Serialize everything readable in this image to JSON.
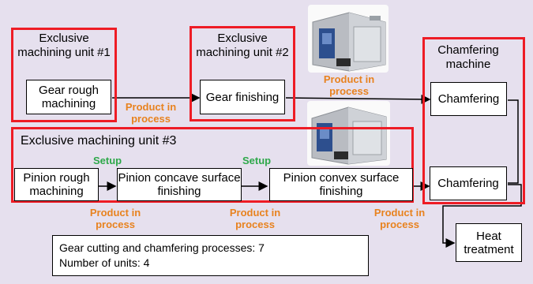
{
  "units": {
    "unit1": {
      "title": "Exclusive machining unit #1",
      "process": "Gear rough machining"
    },
    "unit2": {
      "title": "Exclusive machining unit #2",
      "process": "Gear finishing"
    },
    "unit3": {
      "title": "Exclusive machining unit #3",
      "processes": [
        "Pinion rough machining",
        "Pinion concave surface finishing",
        "Pinion convex surface finishing"
      ]
    },
    "chamfer": {
      "title": "Chamfering machine",
      "process1": "Chamfering",
      "process2": "Chamfering"
    }
  },
  "heat": "Heat treatment",
  "labels": {
    "product_in_process": "Product in process",
    "setup": "Setup"
  },
  "summary": {
    "line1": "Gear cutting and chamfering processes: 7",
    "line2": "Number of units: 4"
  },
  "colors": {
    "background": "#e6e0ee",
    "unit_border": "#ee1c25",
    "product_label": "#e8821e",
    "setup_label": "#2ea84a"
  },
  "images": [
    "machine-photo",
    "machine-photo"
  ]
}
